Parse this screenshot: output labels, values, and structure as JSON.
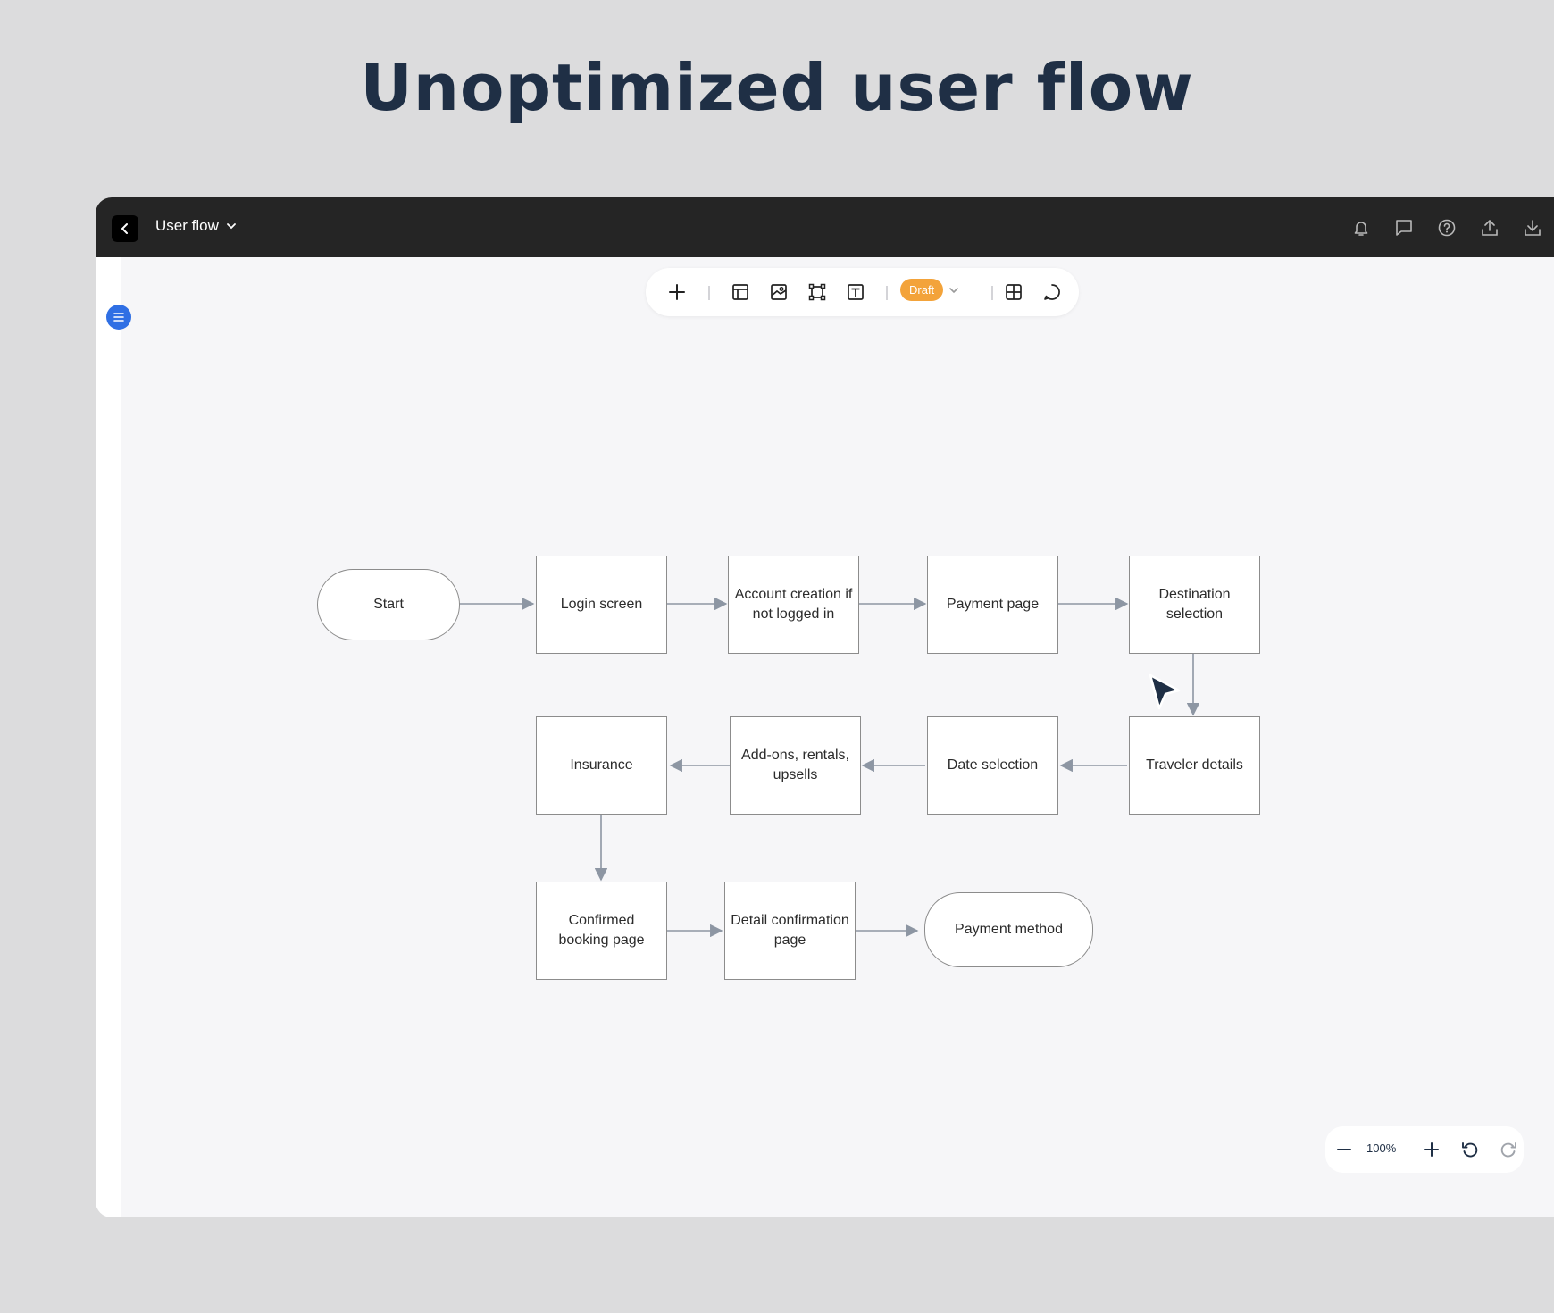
{
  "page_title": "Unoptimized user flow",
  "topbar": {
    "file_title": "User flow",
    "icons": [
      "bell-icon",
      "comment-icon",
      "help-icon",
      "upload-icon",
      "download-icon"
    ]
  },
  "toolbar": {
    "status_label": "Draft",
    "colors": {
      "status": "#f3a33a",
      "menu": "#2f6fe4"
    }
  },
  "flow": {
    "nodes": [
      {
        "id": "start",
        "label": "Start"
      },
      {
        "id": "login",
        "label": "Login screen"
      },
      {
        "id": "account",
        "label": "Account creation if not logged in"
      },
      {
        "id": "payment",
        "label": "Payment page"
      },
      {
        "id": "destination",
        "label": "Destination selection"
      },
      {
        "id": "traveler",
        "label": "Traveler details"
      },
      {
        "id": "date",
        "label": "Date selection"
      },
      {
        "id": "addons",
        "label": "Add-ons, rentals, upsells"
      },
      {
        "id": "insurance",
        "label": "Insurance"
      },
      {
        "id": "confirmed",
        "label": "Confirmed booking page"
      },
      {
        "id": "detail",
        "label": "Detail confirmation page"
      },
      {
        "id": "paymethod",
        "label": "Payment method"
      }
    ]
  },
  "zoom": {
    "level": "100%"
  }
}
